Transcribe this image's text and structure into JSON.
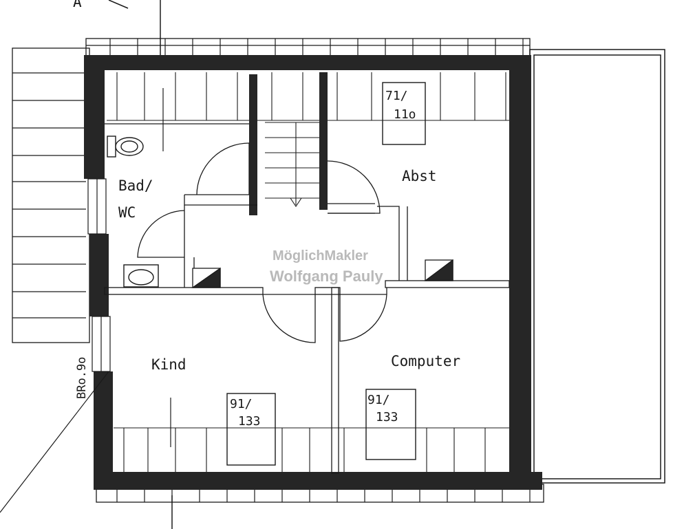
{
  "rooms": {
    "bad_wc": [
      "Bad/",
      "WC"
    ],
    "abst": "Abst",
    "kind": "Kind",
    "computer": "Computer"
  },
  "windows": {
    "abst": [
      "71/",
      "11o"
    ],
    "kind": [
      "91/",
      "133"
    ],
    "computer": [
      "91/",
      "133"
    ]
  },
  "parapet_label": "BRo.9o",
  "top_left_letter": "A",
  "watermark": {
    "line1": "MöglichMakler",
    "line2": "Wolfgang Pauly"
  },
  "colors": {
    "ink": "#1a1a1a",
    "wall": "#262626",
    "watermark": "#b9b9b9"
  }
}
